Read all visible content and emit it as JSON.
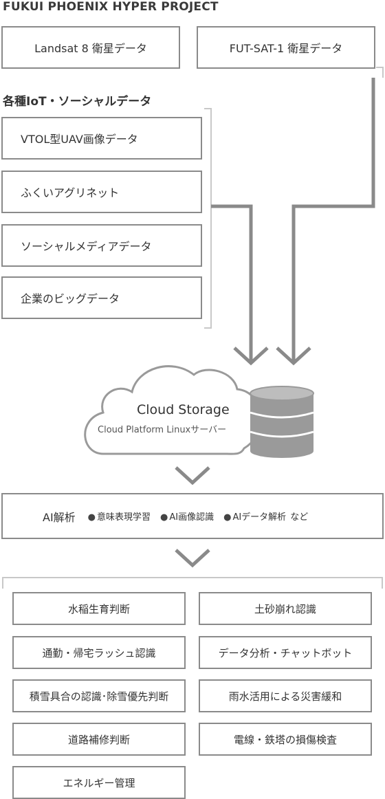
{
  "header": {
    "title": "FUKUI PHOENIX HYPER PROJECT"
  },
  "satellites": [
    {
      "label": "Landsat 8 衛星データ"
    },
    {
      "label": "FUT-SAT-1 衛星データ"
    }
  ],
  "iot": {
    "title": "各種IoT・ソーシャルデータ",
    "items": [
      {
        "label": "VTOL型UAV画像データ"
      },
      {
        "label": "ふくいアグリネット"
      },
      {
        "label": "ソーシャルメディアデータ"
      },
      {
        "label": "企業のビッグデータ"
      }
    ]
  },
  "storage": {
    "title": "Cloud Storage",
    "subtitle": "Cloud Platform Linuxサーバー",
    "icon": "database-icon"
  },
  "ai": {
    "label": "AI解析",
    "items": [
      "意味表現学習",
      "AI画像認識",
      "AIデータ解析"
    ],
    "tail": "など"
  },
  "uses": {
    "left": [
      "水稲生育判断",
      "通勤・帰宅ラッシュ認識",
      "積雪具合の認識･除雪優先判断",
      "道路補修判断",
      "エネルギー管理"
    ],
    "right": [
      "土砂崩れ認識",
      "データ分析・チャットボット",
      "雨水活用による災害緩和",
      "電線・鉄塔の損傷検査"
    ]
  },
  "colors": {
    "line": "#8a8a8a",
    "box_border": "#8a8a8a",
    "text": "#333333"
  }
}
